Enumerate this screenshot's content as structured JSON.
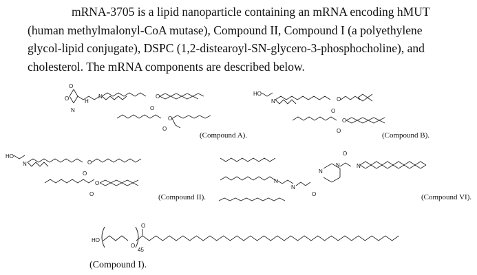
{
  "paragraph": {
    "lines": [
      "mRNA-3705 is a lipid nanoparticle containing an mRNA encoding hMUT",
      "(human methylmalonyl-CoA mutase), Compound II, Compound I (a polyethylene",
      "glycol-lipid conjugate), DSPC (1,2-distearoyl-SN-glycero-3-phosphocholine), and",
      "cholesterol. The mRNA components are described below."
    ]
  },
  "structures": {
    "compound_a": {
      "caption": "(Compound A)."
    },
    "compound_b": {
      "caption": "(Compound B)."
    },
    "compound_ii": {
      "caption": "(Compound II)."
    },
    "compound_vi": {
      "caption": "(Compound VI)."
    },
    "compound_i": {
      "caption": "(Compound I).",
      "repeat_count": "45",
      "terminal_group": "HO"
    }
  }
}
